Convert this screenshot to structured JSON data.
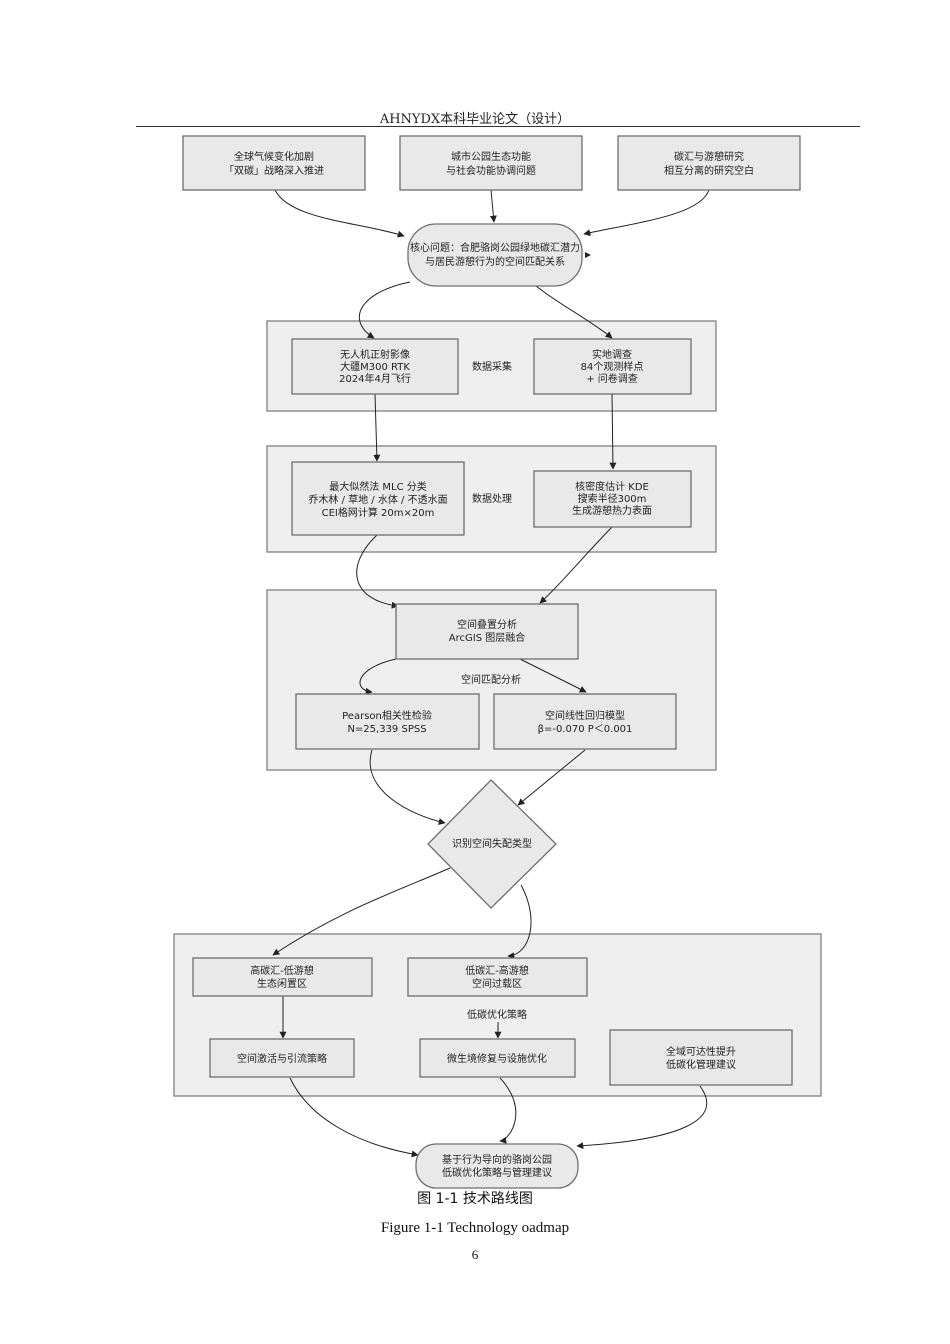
{
  "header": "AHNYDX本科毕业论文（设计）",
  "nodes": {
    "ctx1": [
      "全球气候变化加剧",
      "「双碳」战略深入推进"
    ],
    "ctx2": [
      "城市公园生态功能",
      "与社会功能协调问题"
    ],
    "ctx3": [
      "碳汇与游憩研究",
      "相互分离的研究空白"
    ],
    "core": [
      "核心问题：合肥骆岗公园绿地碳汇潜力",
      "与居民游憩行为的空间匹配关系"
    ],
    "uav": [
      "无人机正射影像",
      "大疆M300 RTK",
      "2024年4月飞行"
    ],
    "survey": [
      "实地调查",
      "84个观测样点",
      "+ 问卷调查"
    ],
    "mlc": [
      "最大似然法 MLC 分类",
      "乔木林 / 草地 / 水体 / 不透水面",
      "CEI格网计算 20m×20m"
    ],
    "kde": [
      "核密度估计 KDE",
      "搜索半径300m",
      "生成游憩热力表面"
    ],
    "overlay": [
      "空间叠置分析",
      "ArcGIS 图层融合"
    ],
    "pearson": [
      "Pearson相关性检验",
      "N=25,339 SPSS"
    ],
    "regress": [
      "空间线性回归模型",
      "β=-0.070 P＜0.001"
    ],
    "decision": [
      "识别空间失配类型"
    ],
    "highlow": [
      "高碳汇-低游憩",
      "生态闲置区"
    ],
    "lowhigh": [
      "低碳汇-高游憩",
      "空间过载区"
    ],
    "activate": [
      "空间激活与引流策略"
    ],
    "micro": [
      "微生境修复与设施优化"
    ],
    "global": [
      "全域可达性提升",
      "低碳化管理建议"
    ],
    "final": [
      "基于行为导向的骆岗公园",
      "低碳优化策略与管理建议"
    ]
  },
  "panels": {
    "collect": "数据采集",
    "process": "数据处理",
    "match": "空间匹配分析",
    "optimize": "低碳优化策略"
  },
  "caption_cn": "图 1-1  技术路线图",
  "caption_en": "Figure 1-1 Technology oadmap",
  "page_number": "6"
}
